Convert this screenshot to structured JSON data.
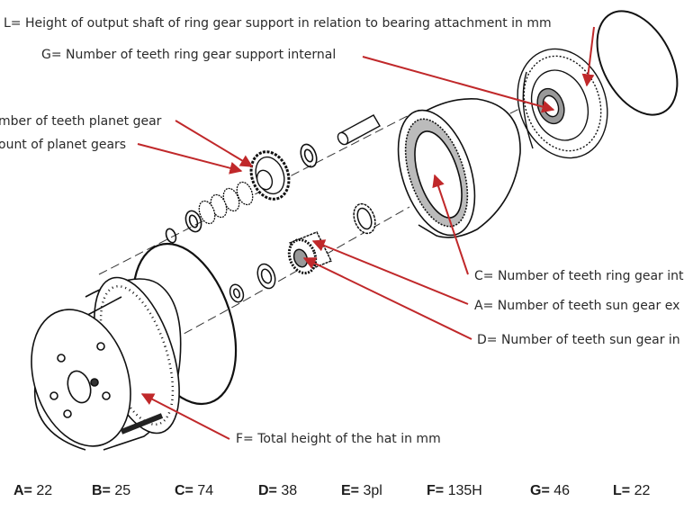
{
  "labels": {
    "L": "L= Height of output shaft of ring gear support in relation to bearing attachment in mm",
    "G": "G= Number of teeth ring gear support internal",
    "B": "mber of teeth planet gear",
    "E": "ount of planet gears",
    "C": "C= Number of teeth ring gear int",
    "A": "A= Number of teeth sun gear ex",
    "D": "D= Number of teeth sun gear in",
    "F": "F= Total height of the hat in mm"
  },
  "values": [
    {
      "key": "A=",
      "value": "22"
    },
    {
      "key": "B=",
      "value": "25"
    },
    {
      "key": "C=",
      "value": "74"
    },
    {
      "key": "D=",
      "value": "38"
    },
    {
      "key": "E=",
      "value": "3pl"
    },
    {
      "key": "F=",
      "value": "135H"
    },
    {
      "key": "G=",
      "value": "46"
    },
    {
      "key": "L=",
      "value": "22"
    }
  ],
  "colors": {
    "arrow": "#c0282a",
    "line": "#1a1a1a"
  }
}
